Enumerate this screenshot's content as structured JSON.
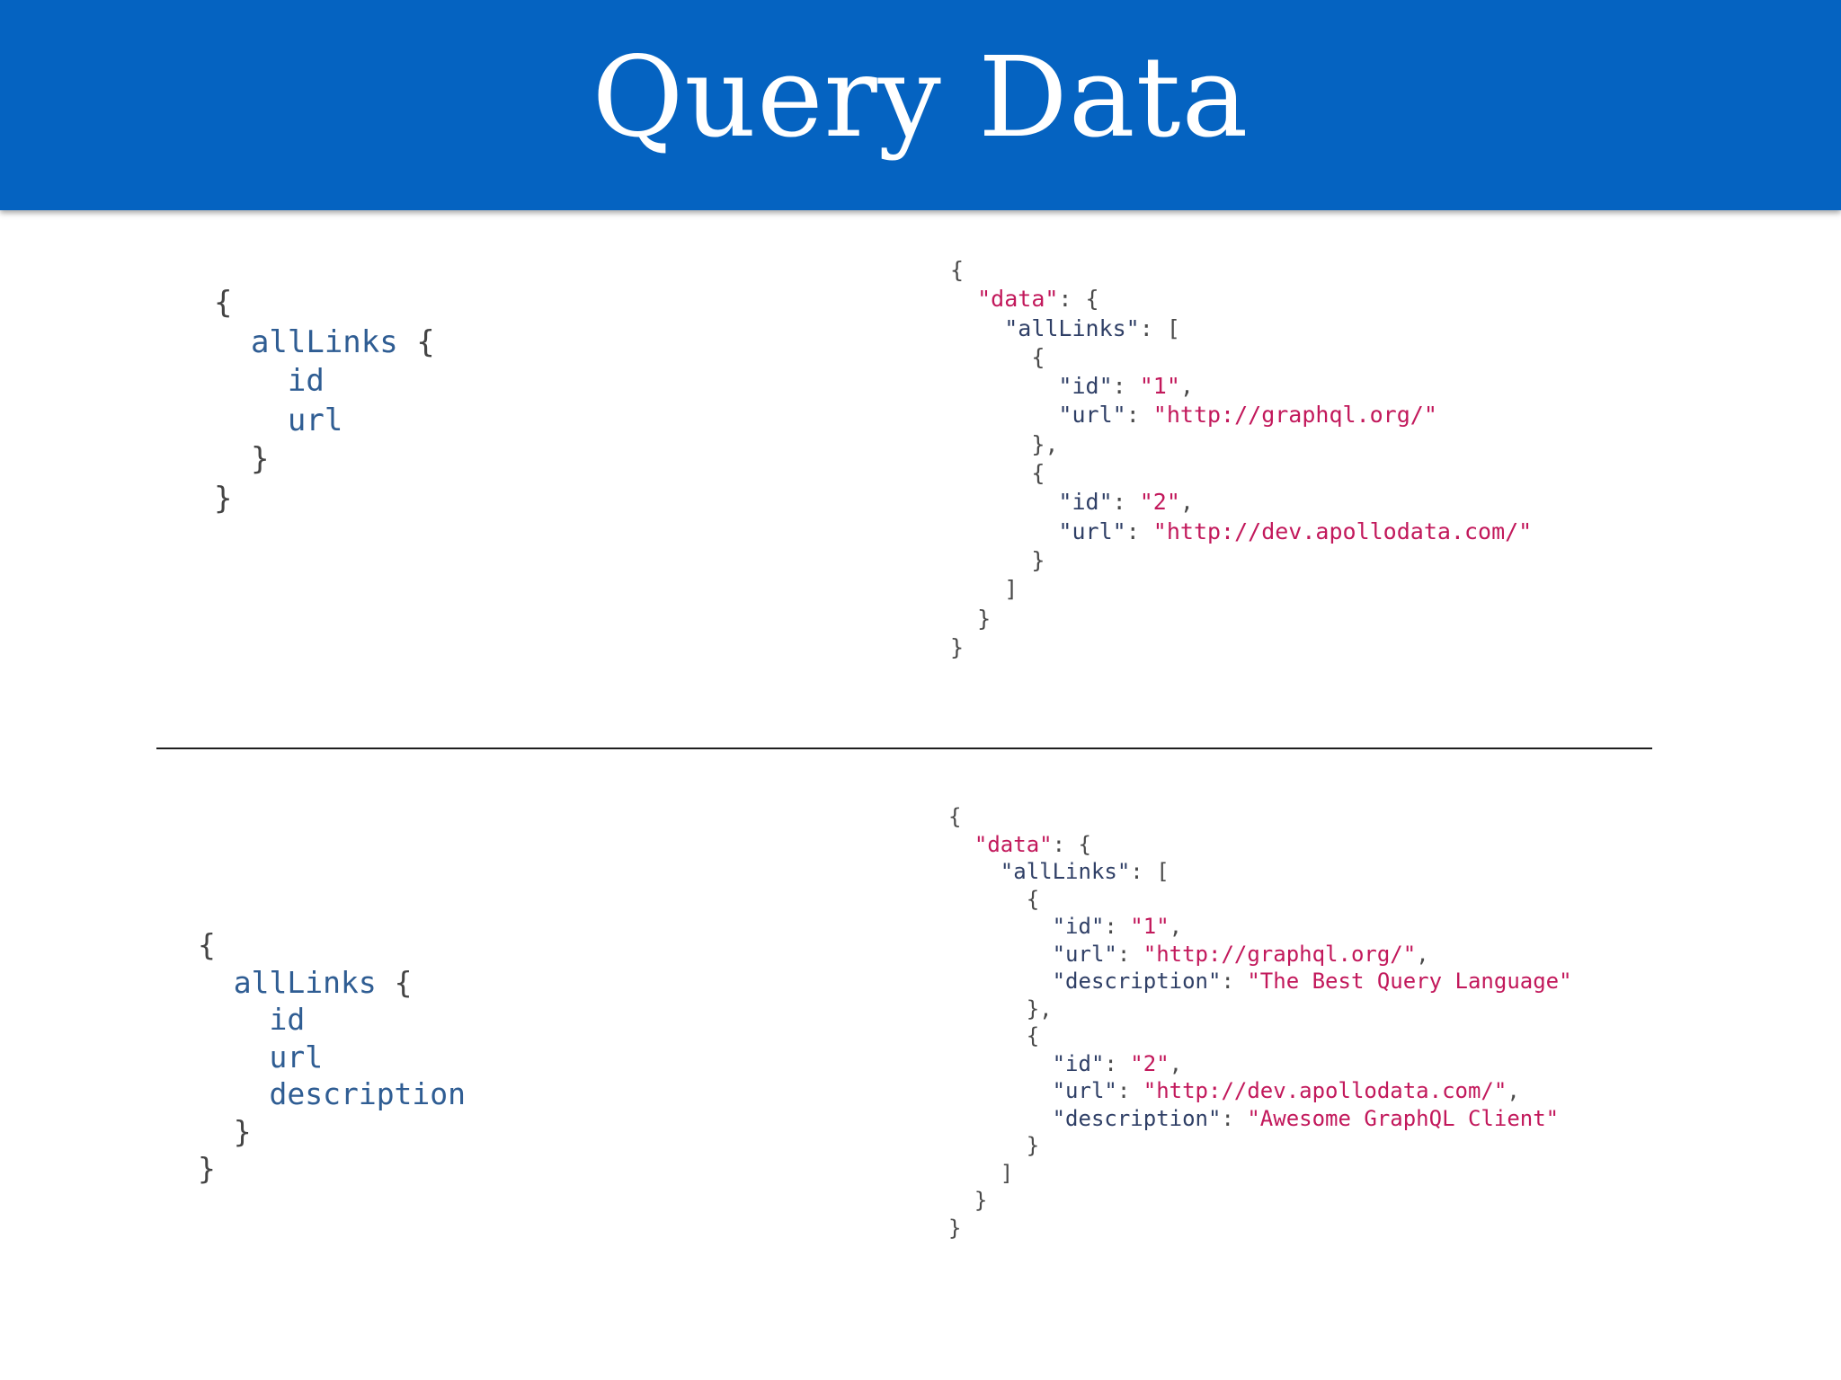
{
  "title": "Query Data",
  "example1": {
    "query": {
      "root_field": "allLinks",
      "fields": [
        "id",
        "url"
      ]
    },
    "response": {
      "data_key": "\"data\"",
      "list_key": "\"allLinks\"",
      "items": [
        {
          "id_key": "\"id\"",
          "id_value": "\"1\"",
          "url_key": "\"url\"",
          "url_value": "\"http://graphql.org/\""
        },
        {
          "id_key": "\"id\"",
          "id_value": "\"2\"",
          "url_key": "\"url\"",
          "url_value": "\"http://dev.apollodata.com/\""
        }
      ]
    }
  },
  "example2": {
    "query": {
      "root_field": "allLinks",
      "fields": [
        "id",
        "url",
        "description"
      ]
    },
    "response": {
      "data_key": "\"data\"",
      "list_key": "\"allLinks\"",
      "items": [
        {
          "id_key": "\"id\"",
          "id_value": "\"1\"",
          "url_key": "\"url\"",
          "url_value": "\"http://graphql.org/\"",
          "description_key": "\"description\"",
          "description_value": "\"The Best Query Language\""
        },
        {
          "id_key": "\"id\"",
          "id_value": "\"2\"",
          "url_key": "\"url\"",
          "url_value": "\"http://dev.apollodata.com/\"",
          "description_key": "\"description\"",
          "description_value": "\"Awesome GraphQL Client\""
        }
      ]
    }
  }
}
